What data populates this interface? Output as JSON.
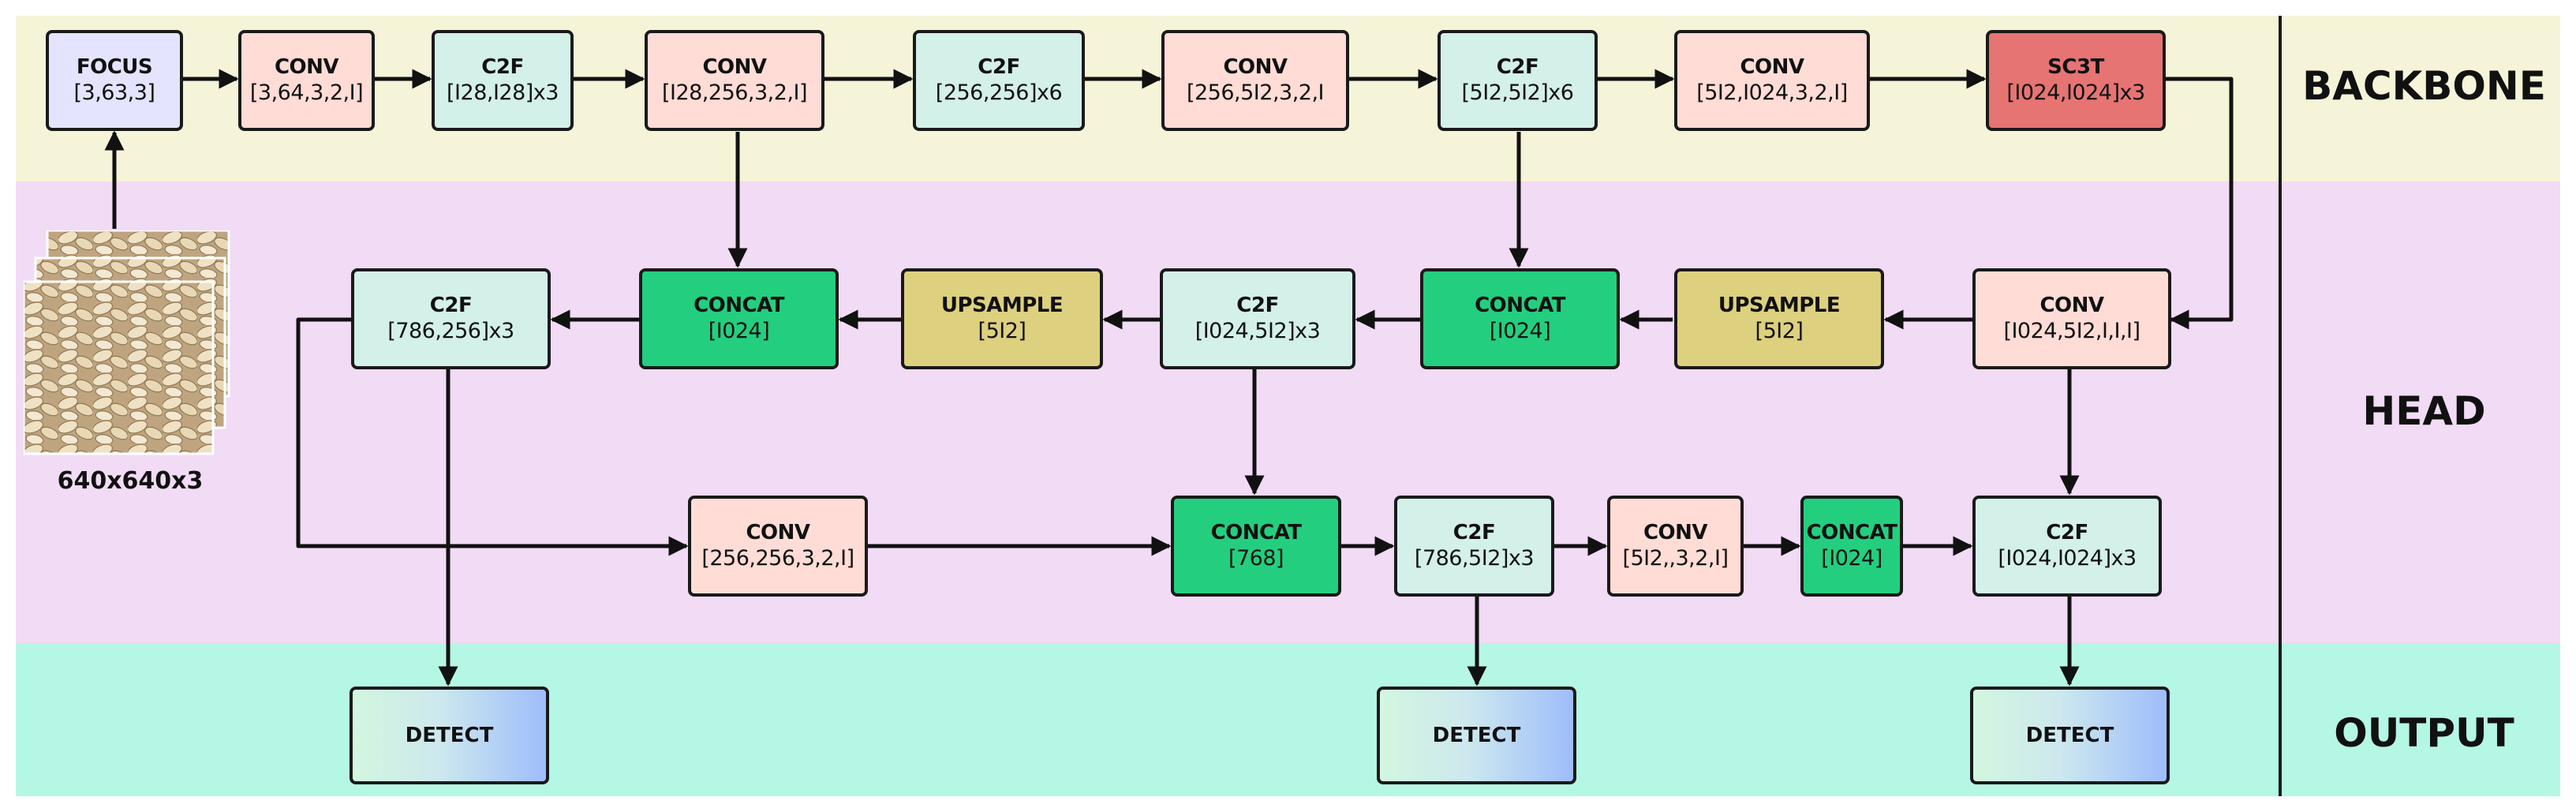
{
  "sections": {
    "backbone": "BACKBONE",
    "head": "HEAD",
    "output": "OUTPUT"
  },
  "input_image": {
    "caption": "640x640x3"
  },
  "nodes": {
    "focus": {
      "title": "FOCUS",
      "params": "[3,63,3]"
    },
    "conv1": {
      "title": "CONV",
      "params": "[3,64,3,2,I]"
    },
    "c2f1": {
      "title": "C2F",
      "params": "[I28,I28]x3"
    },
    "conv2": {
      "title": "CONV",
      "params": "[I28,256,3,2,I]"
    },
    "c2f2": {
      "title": "C2F",
      "params": "[256,256]x6"
    },
    "conv3": {
      "title": "CONV",
      "params": "[256,5I2,3,2,I"
    },
    "c2f3": {
      "title": "C2F",
      "params": "[5I2,5I2]x6"
    },
    "conv4": {
      "title": "CONV",
      "params": "[5I2,I024,3,2,I]"
    },
    "sc3t": {
      "title": "SC3T",
      "params": "[I024,I024]x3"
    },
    "head_conv1": {
      "title": "CONV",
      "params": "[I024,5I2,I,I,I]"
    },
    "up1": {
      "title": "UPSAMPLE",
      "params": "[5I2]"
    },
    "concat1": {
      "title": "CONCAT",
      "params": "[I024]"
    },
    "head_c2f1": {
      "title": "C2F",
      "params": "[I024,5I2]x3"
    },
    "up2": {
      "title": "UPSAMPLE",
      "params": "[5I2]"
    },
    "concat2": {
      "title": "CONCAT",
      "params": "[I024]"
    },
    "head_c2f2": {
      "title": "C2F",
      "params": "[786,256]x3"
    },
    "head_conv2": {
      "title": "CONV",
      "params": "[256,256,3,2,I]"
    },
    "concat3": {
      "title": "CONCAT",
      "params": "[768]"
    },
    "head_c2f3": {
      "title": "C2F",
      "params": "[786,5I2]x3"
    },
    "head_conv3": {
      "title": "CONV",
      "params": "[5I2,,3,2,I]"
    },
    "concat4": {
      "title": "CONCAT",
      "params": "[I024]"
    },
    "head_c2f4": {
      "title": "C2F",
      "params": "[I024,I024]x3"
    },
    "detect1": {
      "title": "DETECT"
    },
    "detect2": {
      "title": "DETECT"
    },
    "detect3": {
      "title": "DETECT"
    }
  },
  "colors": {
    "backbone_band": "#f6f4d8",
    "head_band": "#f2dbf5",
    "output_band": "#b5f7e5",
    "focus": "#e4e4ff",
    "conv": "#ffdcd6",
    "c2f": "#d3f0e9",
    "sc3t": "#e67473",
    "concat": "#23cf7f",
    "upsample": "#ddd07e",
    "detect_gradient_start": "#d3f6df",
    "detect_gradient_end": "#9ebdfb"
  }
}
